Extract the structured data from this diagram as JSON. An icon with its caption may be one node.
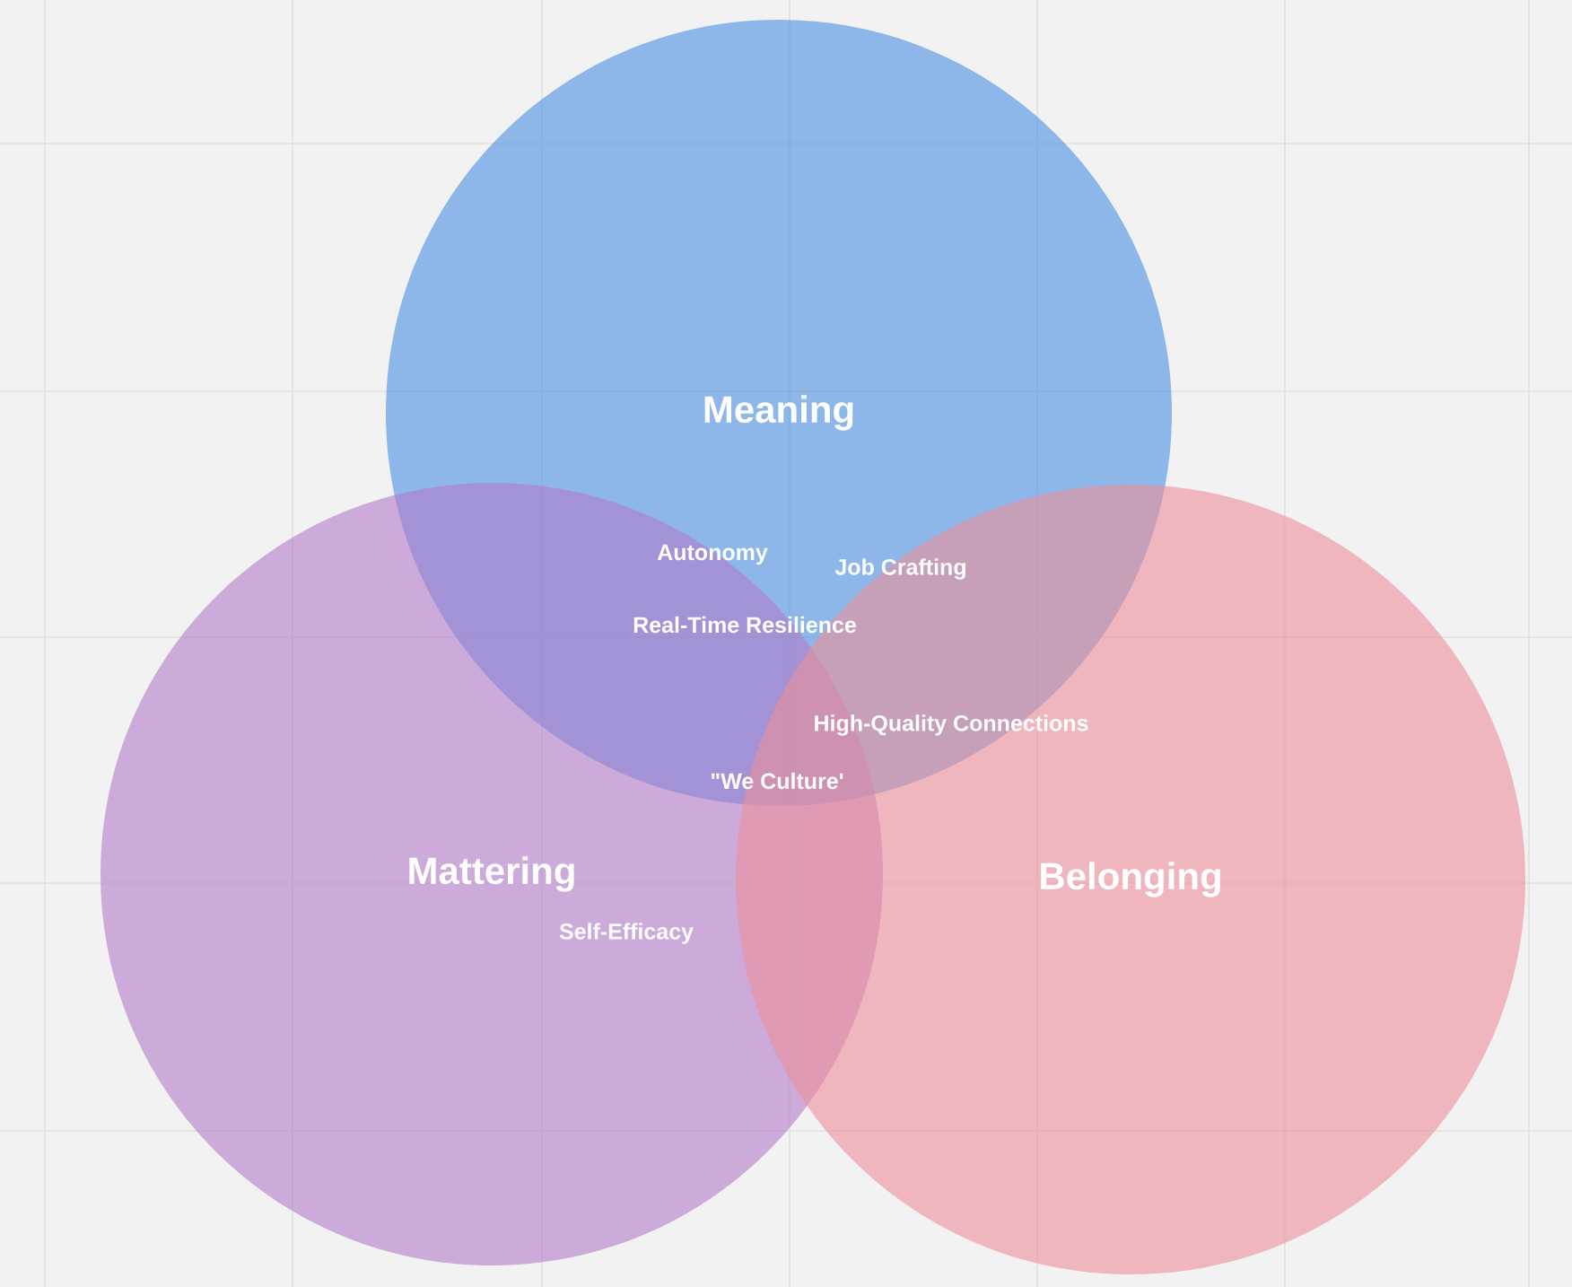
{
  "diagram": {
    "nodes": [
      {
        "text": [
          "Meaning"
        ]
      },
      {
        "text": [
          "Mattering"
        ]
      },
      {
        "text": [
          "Belonging"
        ]
      }
    ],
    "labels": [
      "Autonomy",
      "Job Crafting",
      "Real-Time Resilience",
      "High-Quality Connections",
      "\"We Culture'",
      "Self-Efficacy"
    ]
  }
}
